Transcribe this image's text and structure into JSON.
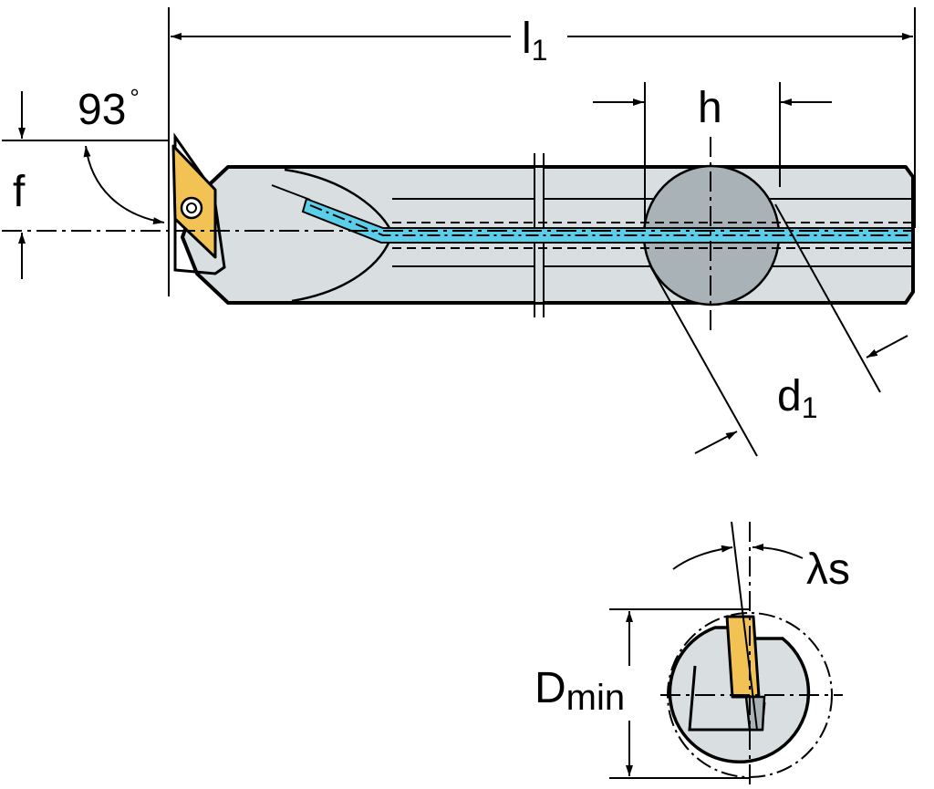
{
  "labels": {
    "l1_main": "l",
    "l1_sub": "1",
    "h": "h",
    "angle_value": "93",
    "angle_degree": "°",
    "f": "f",
    "d1_main": "d",
    "d1_sub": "1",
    "lambda_s": "λs",
    "dmin_main": "D",
    "dmin_sub": "min"
  },
  "colors": {
    "body": "#d9dfe0",
    "shank_section": "#a9b2b6",
    "coolant": "#5bcfea",
    "insert": "#f3c254",
    "line": "#000000"
  }
}
